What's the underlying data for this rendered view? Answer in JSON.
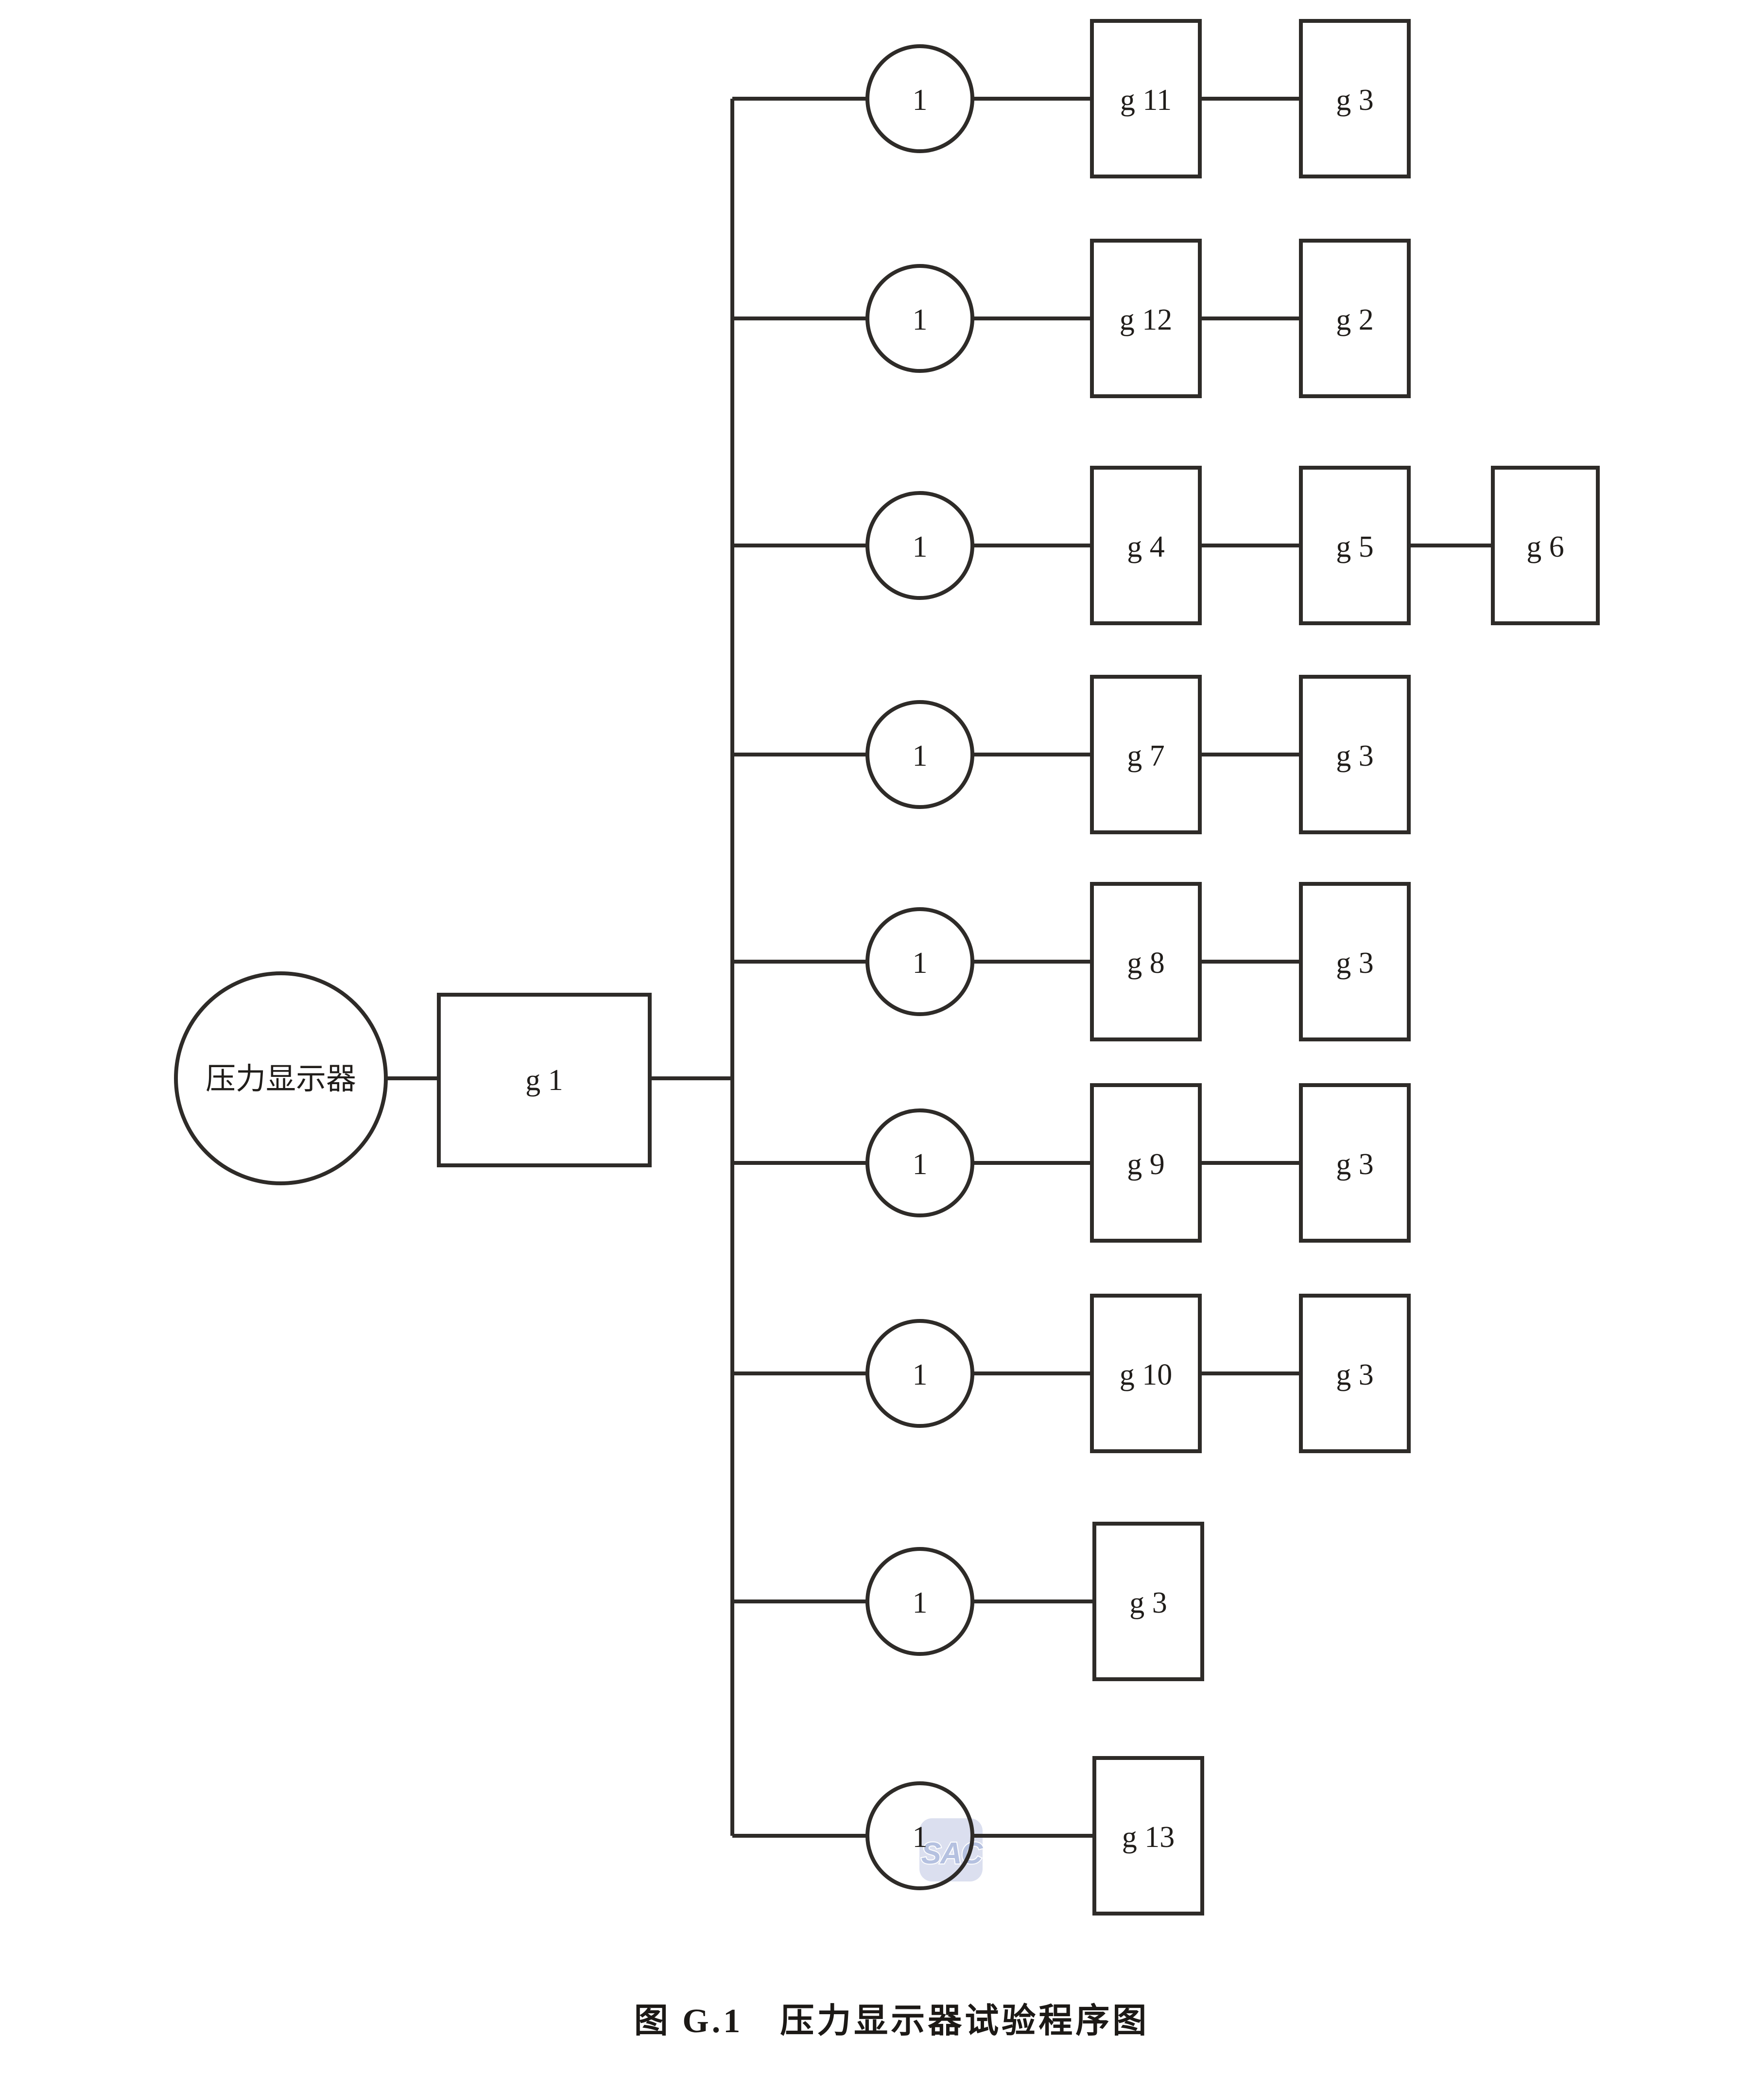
{
  "figure": {
    "caption": "图 G.1　压力显示器试验程序图",
    "root": {
      "label": "压力显示器"
    },
    "stage1": {
      "label": "g 1"
    },
    "rows": [
      {
        "marker": "1",
        "boxes": [
          "g 11",
          "g 3"
        ]
      },
      {
        "marker": "1",
        "boxes": [
          "g 12",
          "g 2"
        ]
      },
      {
        "marker": "1",
        "boxes": [
          "g 4",
          "g 5",
          "g 6"
        ]
      },
      {
        "marker": "1",
        "boxes": [
          "g 7",
          "g 3"
        ]
      },
      {
        "marker": "1",
        "boxes": [
          "g 8",
          "g 3"
        ]
      },
      {
        "marker": "1",
        "boxes": [
          "g 9",
          "g 3"
        ]
      },
      {
        "marker": "1",
        "boxes": [
          "g 10",
          "g 3"
        ]
      },
      {
        "marker": "1",
        "boxes": [
          "g 3"
        ]
      },
      {
        "marker": "1",
        "boxes": [
          "g 13"
        ]
      }
    ],
    "watermark": "SAC",
    "colors": {
      "background": "#ffffff",
      "line": "#2e2b28",
      "text": "#201d1a",
      "watermark_fill": "#dbdfef",
      "watermark_text": "#b5c1e0"
    }
  }
}
